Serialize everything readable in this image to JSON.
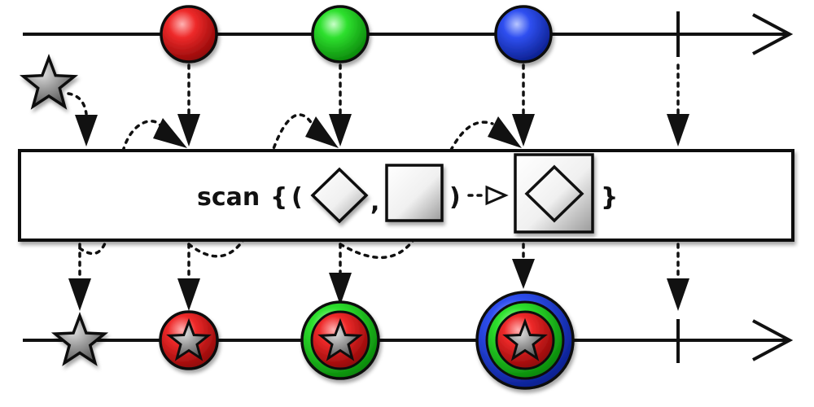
{
  "operator": {
    "label": "scan",
    "brace_open": "{",
    "paren_open": "(",
    "comma": ",",
    "paren_close": ")",
    "brace_close": "}"
  },
  "input_timeline": {
    "marbles": [
      {
        "name": "red-marble",
        "color": "#e8121b"
      },
      {
        "name": "green-marble",
        "color": "#19d619"
      },
      {
        "name": "blue-marble",
        "color": "#1b3ce0"
      }
    ],
    "completion": true
  },
  "seed": {
    "icon": "star-icon",
    "color": "#8a8a8a"
  },
  "output_timeline": {
    "marbles": [
      {
        "name": "gray-star",
        "rings": []
      },
      {
        "name": "red-star-marble",
        "rings": [
          "#e8121b"
        ]
      },
      {
        "name": "green-red-star-marble",
        "rings": [
          "#19d619",
          "#e8121b"
        ]
      },
      {
        "name": "blue-green-red-star-marble",
        "rings": [
          "#1b3ce0",
          "#19d619",
          "#e8121b"
        ]
      }
    ],
    "completion": true
  },
  "colors": {
    "red": "#e8121b",
    "green": "#19d619",
    "blue": "#1b3ce0",
    "star": "#8a8a8a",
    "line": "#111111"
  }
}
